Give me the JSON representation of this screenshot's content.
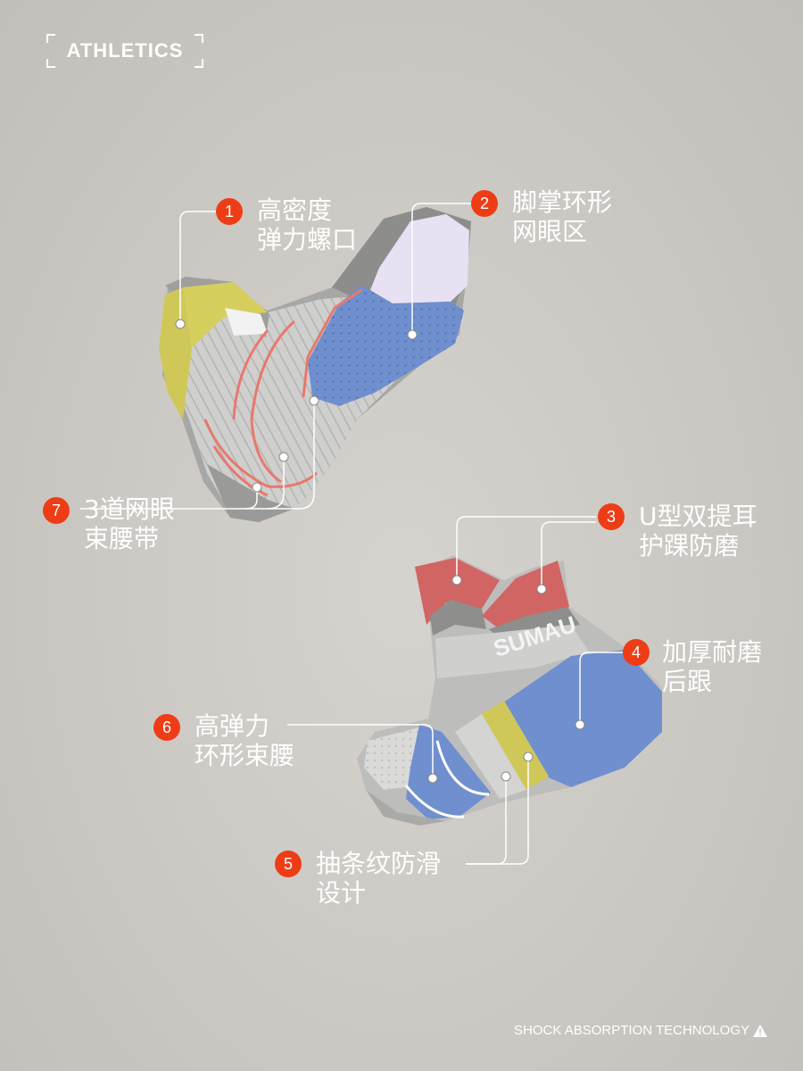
{
  "brand": {
    "label": "ATHLETICS"
  },
  "callouts": [
    {
      "number": "1",
      "line1": "高密度",
      "line2": "弹力螺口"
    },
    {
      "number": "2",
      "line1": "脚掌环形",
      "line2": "网眼区"
    },
    {
      "number": "3",
      "line1": "U型双提耳",
      "line2": "护踝防磨"
    },
    {
      "number": "4",
      "line1": "加厚耐磨",
      "line2": "后跟"
    },
    {
      "number": "5",
      "line1": "抽条纹防滑",
      "line2": "设计"
    },
    {
      "number": "6",
      "line1": "高弹力",
      "line2": "环形束腰"
    },
    {
      "number": "7",
      "line1": "3道网眼",
      "line2": "束腰带"
    }
  ],
  "footer": {
    "text": "SHOCK ABSORPTION TECHNOLOGY",
    "icon": "warning-triangle-icon"
  },
  "colors": {
    "badge": "#ee3d16",
    "sock_gray": "#b9b9b9",
    "sock_light": "#d3d3d1",
    "blue": "#6f8fce",
    "coral": "#e8786f",
    "tab_red": "#d06563",
    "yellow": "#cfcb62",
    "lavender": "#e4dcf2"
  }
}
